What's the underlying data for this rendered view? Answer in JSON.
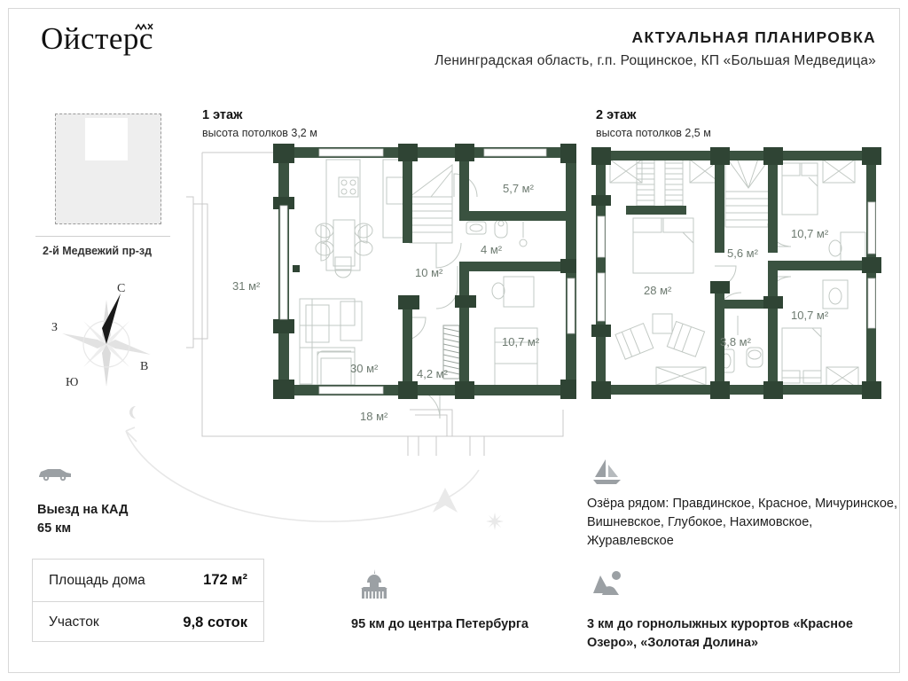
{
  "brand": {
    "name": "Ойстерс",
    "mark_icon": "wave-mark-icon"
  },
  "header": {
    "title": "АКТУАЛЬНАЯ ПЛАНИРОВКА",
    "subtitle": "Ленинградская область, г.п. Рощинское, КП «Большая Медведица»"
  },
  "site_plan": {
    "street_label": "2-й Медвежий пр-зд",
    "plot_name": "site-plot",
    "house_name": "house-footprint"
  },
  "compass": {
    "north": "С",
    "west": "З",
    "east": "В",
    "south": "Ю"
  },
  "floors": [
    {
      "id": "floor-1",
      "title": "1 этаж",
      "subtitle": "высота потолков 3,2 м",
      "rooms": [
        {
          "label": "31 м²",
          "name": "room-terrace-31"
        },
        {
          "label": "30 м²",
          "name": "room-kitchen-living-30"
        },
        {
          "label": "10 м²",
          "name": "room-hall-10"
        },
        {
          "label": "5,7 м²",
          "name": "room-5-7"
        },
        {
          "label": "4 м²",
          "name": "room-bathroom-4"
        },
        {
          "label": "10,7 м²",
          "name": "room-bedroom-10-7"
        },
        {
          "label": "4,2 м²",
          "name": "room-4-2"
        },
        {
          "label": "18 м²",
          "name": "room-terrace-18"
        }
      ]
    },
    {
      "id": "floor-2",
      "title": "2 этаж",
      "subtitle": "высота потолков 2,5 м",
      "rooms": [
        {
          "label": "28 м²",
          "name": "room-master-28"
        },
        {
          "label": "5,6 м²",
          "name": "room-landing-5-6"
        },
        {
          "label": "10,7 м²",
          "name": "room-bedroom-upper-10-7"
        },
        {
          "label": "10,7 м²",
          "name": "room-bedroom-lower-10-7"
        },
        {
          "label": "3,8 м²",
          "name": "room-bathroom-3-8"
        }
      ]
    }
  ],
  "info": {
    "kad": {
      "icon": "car-icon",
      "line1": "Выезд на КАД",
      "line2": "65 км",
      "text": "Выезд на КАД\n65 км"
    },
    "lakes": {
      "icon": "sailboat-icon",
      "text": "Озёра рядом: Правдинское, Красное, Мичуринское, Вишневское, Глубокое, Нахимовское, Журавлевское"
    },
    "spb": {
      "icon": "capitol-icon",
      "text": "95 км до центра Петербурга"
    },
    "ski": {
      "icon": "ski-icon",
      "text": "3 км до горнолыжных курортов «Красное Озеро», «Золотая Долина»"
    }
  },
  "spec": {
    "rows": [
      {
        "key": "Площадь дома",
        "value": "172 м²"
      },
      {
        "key": "Участок",
        "value": "9,8 соток"
      }
    ]
  },
  "colors": {
    "wall": "#3a5240",
    "wall_dark": "#2f4434",
    "furniture": "#b9c2bb",
    "text": "#1d1d1d",
    "room_label": "#6d7a70",
    "decor": "#e6e6e6"
  }
}
